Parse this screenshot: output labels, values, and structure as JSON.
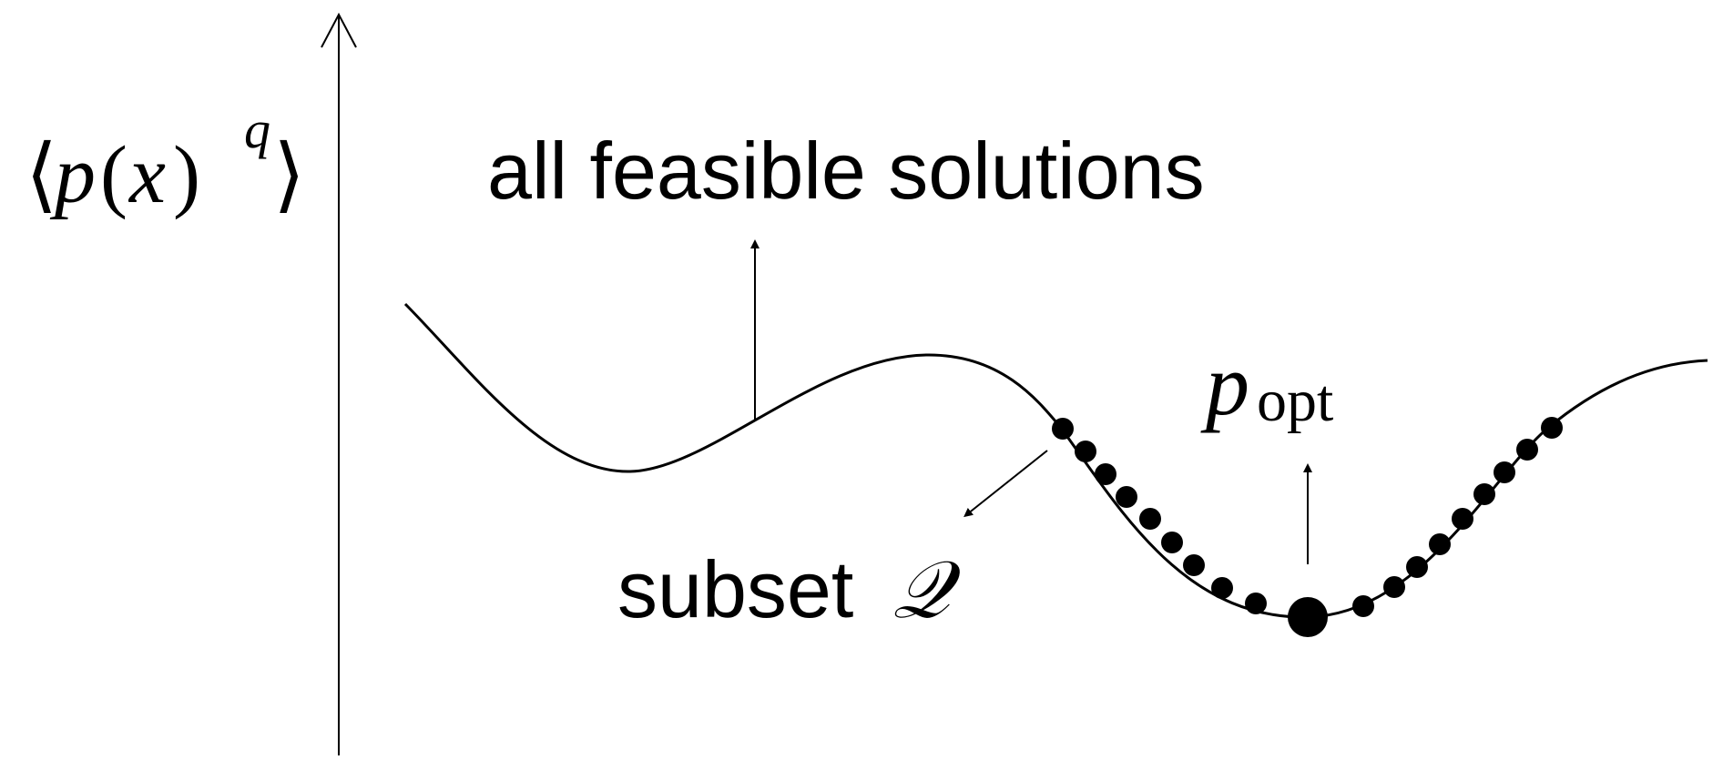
{
  "axis": {
    "label": {
      "left_bracket": "⟨",
      "p": "p",
      "open_paren": "(",
      "x": "x",
      "close_paren": ")",
      "exponent": "q",
      "right_bracket": "⟩"
    }
  },
  "labels": {
    "all_feasible": "all feasible solutions",
    "subset_prefix": "subset",
    "subset_symbol": "𝒬",
    "p_opt_base": "p",
    "p_opt_sub": "opt"
  },
  "colors": {
    "ink": "#000000",
    "background": "#ffffff"
  }
}
